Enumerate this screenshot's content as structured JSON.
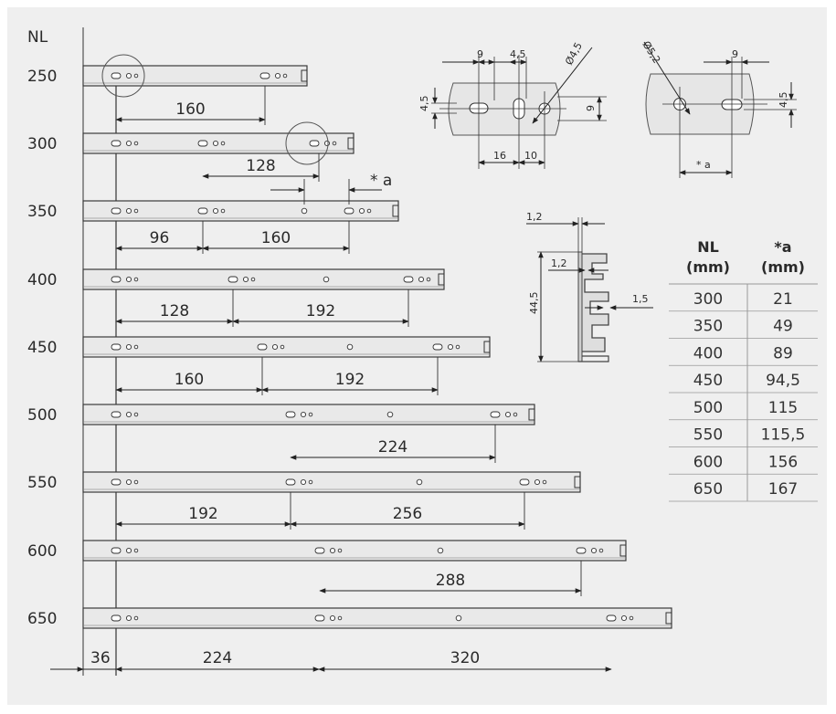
{
  "axis_label": "NL",
  "rails": [
    {
      "nl": "250",
      "dims": [
        "160"
      ]
    },
    {
      "nl": "300",
      "dims": [
        "128"
      ],
      "a_label": "* a"
    },
    {
      "nl": "350",
      "dims": [
        "96",
        "160"
      ]
    },
    {
      "nl": "400",
      "dims": [
        "128",
        "192"
      ]
    },
    {
      "nl": "450",
      "dims": [
        "160",
        "192"
      ]
    },
    {
      "nl": "500",
      "dims": [
        "224"
      ]
    },
    {
      "nl": "550",
      "dims": [
        "192",
        "256"
      ]
    },
    {
      "nl": "600",
      "dims": [
        "288"
      ]
    },
    {
      "nl": "650",
      "dims": []
    }
  ],
  "bottom_dims": [
    "36",
    "224",
    "320"
  ],
  "detail_left": {
    "d9": "9",
    "d45a": "4,5",
    "phi": "Ø4,5",
    "h45": "4,5",
    "h9": "9",
    "d16": "16",
    "d10": "10"
  },
  "detail_right": {
    "phi": "Ø5,2",
    "d9": "9",
    "h45": "4,5",
    "a": "* a"
  },
  "profile": {
    "top": "1,2",
    "inner": "1,2",
    "right": "1,5",
    "height": "44,5"
  },
  "table": {
    "headers": [
      [
        "NL",
        "(mm)"
      ],
      [
        "*a",
        "(mm)"
      ]
    ],
    "rows": [
      [
        "300",
        "21"
      ],
      [
        "350",
        "49"
      ],
      [
        "400",
        "89"
      ],
      [
        "450",
        "94,5"
      ],
      [
        "500",
        "115"
      ],
      [
        "550",
        "115,5"
      ],
      [
        "600",
        "156"
      ],
      [
        "650",
        "167"
      ]
    ]
  }
}
